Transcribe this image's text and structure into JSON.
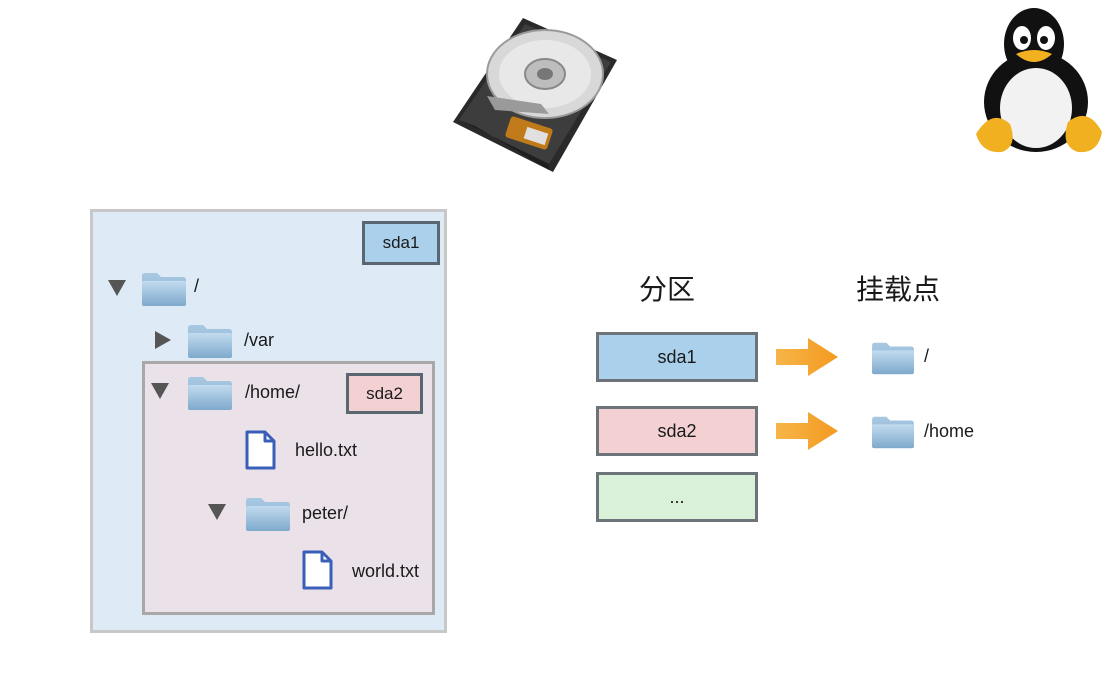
{
  "tree": {
    "panel_tag": "sda1",
    "nested_tag": "sda2",
    "nodes": {
      "root": "/",
      "var": "/var",
      "home": "/home/",
      "hello": "hello.txt",
      "peter": "peter/",
      "world": "world.txt"
    }
  },
  "mapping": {
    "partition_heading": "分区",
    "mountpoint_heading": "挂载点",
    "rows": [
      {
        "partition": "sda1",
        "mount": "/",
        "color": "#aad0ec"
      },
      {
        "partition": "sda2",
        "mount": "/home",
        "color": "#f3d1d3"
      },
      {
        "partition": "...",
        "color": "#d9f0d9"
      }
    ]
  },
  "icons": {
    "disk": "hard-disk-icon",
    "penguin": "tux-penguin-icon",
    "folder": "folder-icon",
    "file": "file-icon",
    "arrow": "arrow-right-icon",
    "expanded": "triangle-down-icon",
    "collapsed": "triangle-right-icon"
  },
  "colors": {
    "sda1": "#aad0ec",
    "sda2": "#f3d1d3",
    "other": "#d9f0d9",
    "arrow": "#f5a030",
    "folder": "#8fb8d8"
  }
}
